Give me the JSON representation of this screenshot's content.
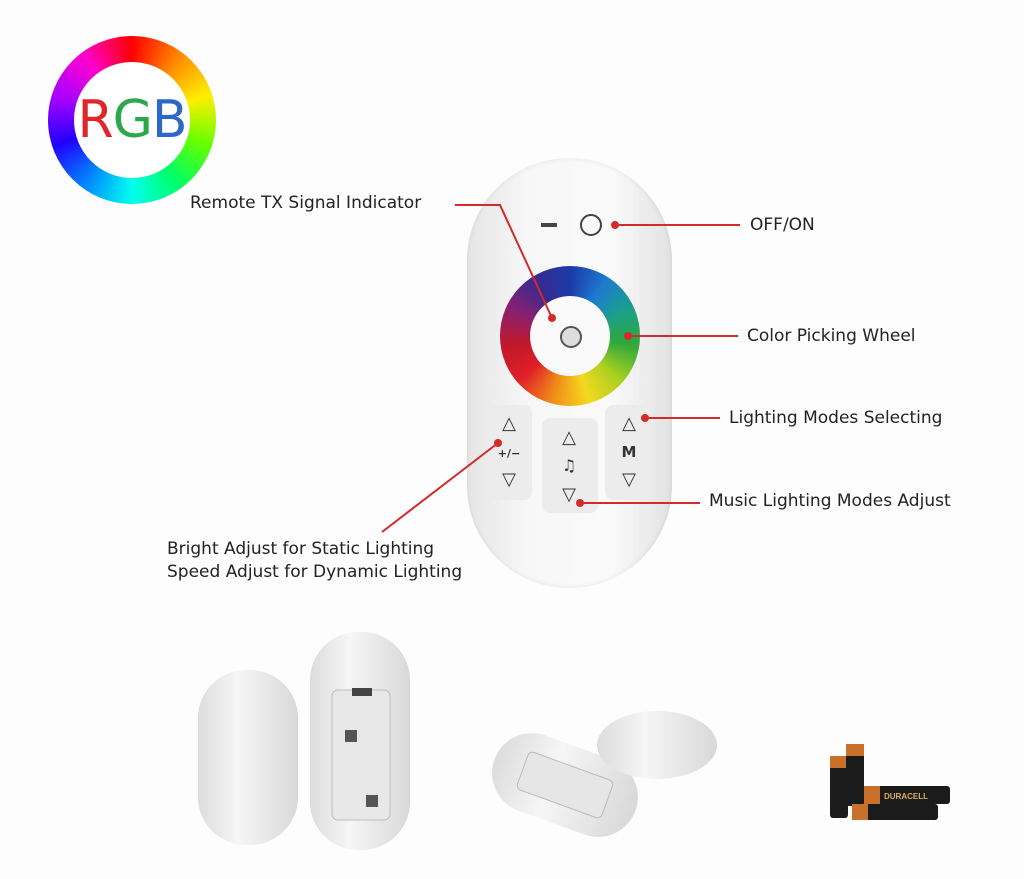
{
  "logo": {
    "r": "R",
    "g": "G",
    "b": "B"
  },
  "remote_buttons": {
    "brightness_up": "△",
    "brightness_symbol": "+/−",
    "brightness_down": "▽",
    "music_up": "△",
    "music_symbol": "♫",
    "music_down": "▽",
    "mode_up": "△",
    "mode_symbol": "M",
    "mode_down": "▽"
  },
  "callouts": {
    "tx_indicator": "Remote TX Signal Indicator",
    "off_on": "OFF/ON",
    "color_wheel": "Color Picking Wheel",
    "lighting_modes": "Lighting Modes Selecting",
    "music_modes": "Music Lighting Modes Adjust",
    "bright_adjust": "Bright Adjust for Static Lighting",
    "speed_adjust": "Speed Adjust for Dynamic Lighting"
  },
  "battery_brand": "DURACELL",
  "colors": {
    "callout_line": "#d42a2a"
  }
}
